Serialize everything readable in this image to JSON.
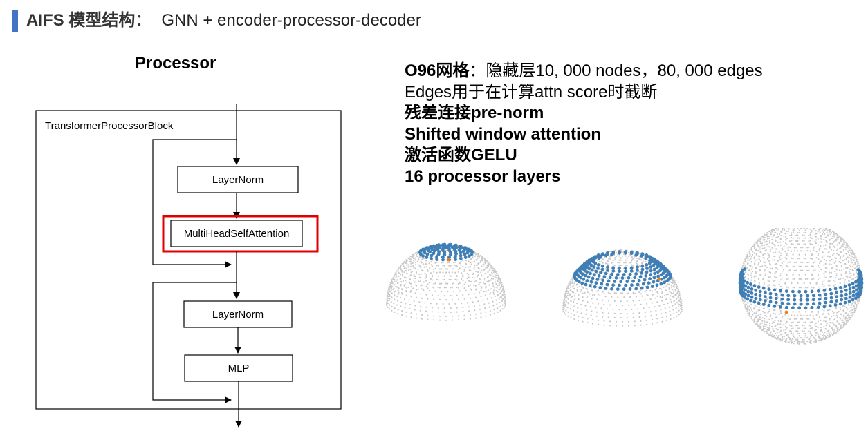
{
  "header": {
    "title_bold": "AIFS 模型结构",
    "title_separator": "：",
    "title_rest": "GNN + encoder-processor-decoder",
    "accent_color": "#4472c4"
  },
  "diagram": {
    "section_title": "Processor",
    "block_label": "TransformerProcessorBlock",
    "nodes": {
      "layernorm_1": "LayerNorm",
      "attention": "MultiHeadSelfAttention",
      "layernorm_2": "LayerNorm",
      "mlp": "MLP"
    },
    "highlight_color": "#e00000"
  },
  "notes": [
    {
      "bold": "O96网格",
      "normal": "：隐藏层10, 000 nodes，80, 000 edges"
    },
    {
      "bold": "",
      "normal": "Edges用于在计算attn score时截断"
    },
    {
      "bold": "残差连接pre-norm",
      "normal": ""
    },
    {
      "bold": "Shifted window attention",
      "normal": ""
    },
    {
      "bold": "激活函数GELU",
      "normal": ""
    },
    {
      "bold": "16 processor layers",
      "normal": ""
    }
  ],
  "spheres": {
    "point_color": "#c8c8c8",
    "band_color": "#3f7fb5",
    "marker_color": "#f07f1a",
    "count": 3
  }
}
